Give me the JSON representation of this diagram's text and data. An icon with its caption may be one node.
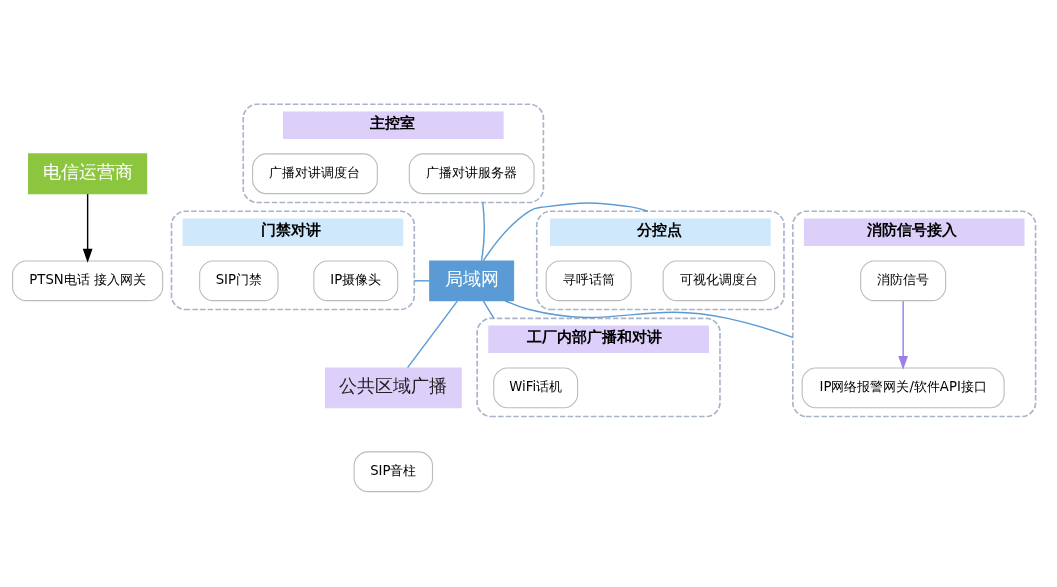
{
  "diagram": {
    "nodes": [
      {
        "text": [
          "电信运营商"
        ]
      },
      {
        "text": [
          "PTSN电话 接入网关"
        ]
      },
      {
        "text": [
          "主控室"
        ]
      },
      {
        "text": [
          "广播对讲服务器"
        ],
        "in": 2
      },
      {
        "text": [
          "广播对讲调度台"
        ],
        "in": 2
      },
      {
        "text": [
          "门禁对讲"
        ]
      },
      {
        "text": [
          "IP摄像头"
        ],
        "in": 5
      },
      {
        "text": [
          "SIP门禁"
        ],
        "in": 5
      },
      {
        "text": [
          "局域网"
        ]
      },
      {
        "text": [
          "分控点"
        ]
      },
      {
        "text": [
          "可视化调度台"
        ],
        "in": 9
      },
      {
        "text": [
          "寻呼话筒"
        ],
        "in": 9
      },
      {
        "text": [
          "公共区域广播"
        ]
      },
      {
        "text": [
          "SIP音柱"
        ]
      },
      {
        "text": [
          "工厂内部广播和对讲"
        ]
      },
      {
        "text": [
          "WiFi话机"
        ],
        "in": 14
      },
      {
        "text": [
          "消防信号接入"
        ]
      },
      {
        "text": [
          "IP网络报警网关/软件API接口"
        ],
        "in": 16
      },
      {
        "text": [
          "消防信号"
        ],
        "in": 16
      }
    ],
    "edges": [
      {
        "from": 0,
        "to": 1,
        "arrow": "to",
        "color": "#000000"
      },
      {
        "from": 8,
        "to": 2,
        "arrow": "none"
      },
      {
        "from": 8,
        "to": 5,
        "arrow": "none"
      },
      {
        "from": 8,
        "to": 9,
        "arrow": "none"
      },
      {
        "from": 8,
        "to": 12,
        "arrow": "none"
      },
      {
        "from": 8,
        "to": 14,
        "arrow": "none"
      },
      {
        "from": 8,
        "to": 16,
        "arrow": "none"
      },
      {
        "from": 18,
        "to": 17,
        "arrow": "to",
        "color": "#9b7fe6"
      }
    ]
  }
}
